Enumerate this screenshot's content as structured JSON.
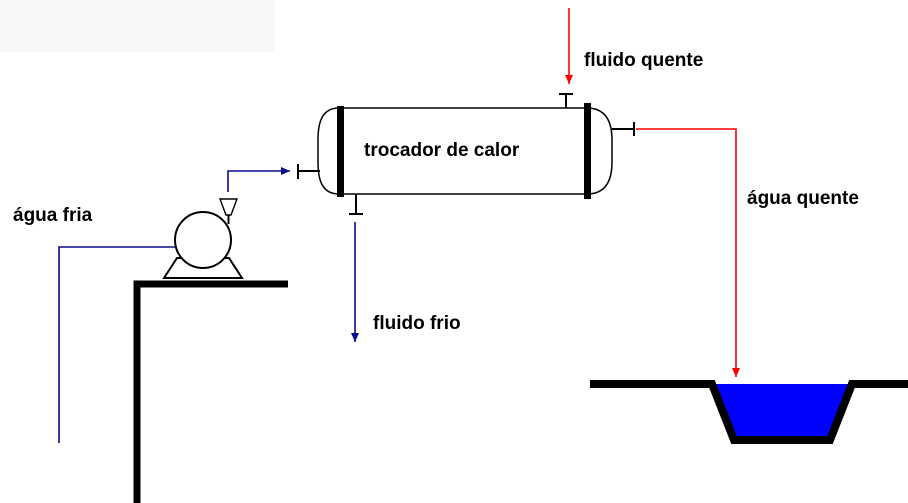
{
  "labels": {
    "cold_water": "água fria",
    "hot_fluid": "fluido quente",
    "heat_exchanger": "trocador de calor",
    "hot_water": "água quente",
    "cold_fluid": "fluido frio"
  },
  "colors": {
    "background": "#ffffff",
    "equipment": "#000000",
    "cold_line": "#0a0a8c",
    "hot_line": "#ff0000",
    "water": "#0000ff"
  }
}
